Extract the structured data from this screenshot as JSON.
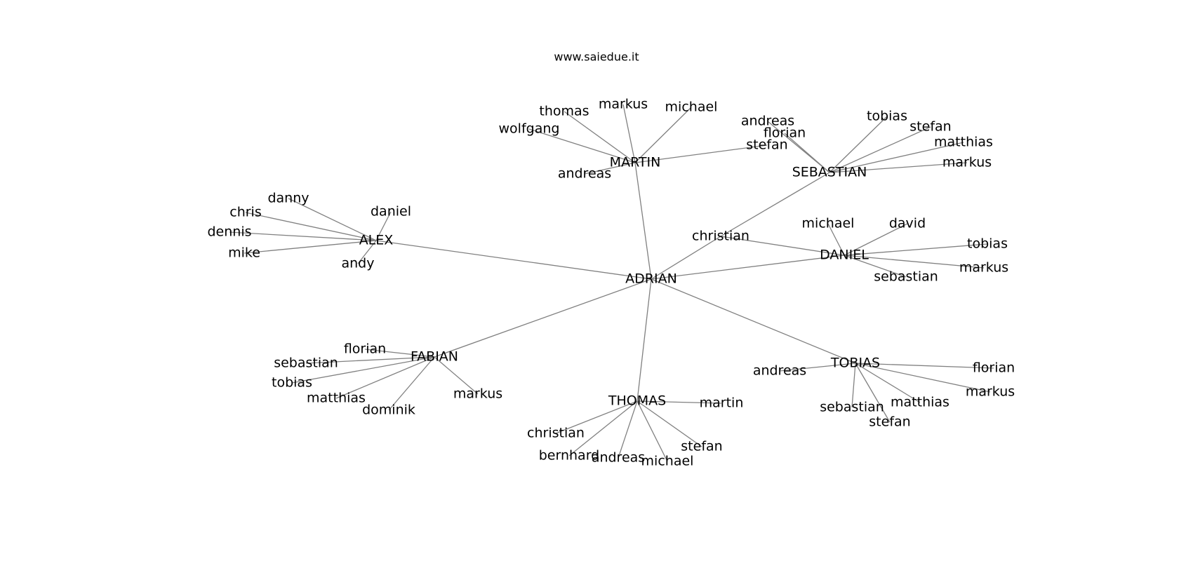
{
  "title": "www.saiedue.it",
  "colors": {
    "edge": "#808080",
    "text": "#000000",
    "background": "#ffffff"
  },
  "nodes": [
    {
      "id": "adrian",
      "label": "ADRIAN"
    },
    {
      "id": "martin",
      "label": "MARTIN"
    },
    {
      "id": "sebastian",
      "label": "SEBASTIAN"
    },
    {
      "id": "alex",
      "label": "ALEX"
    },
    {
      "id": "daniel",
      "label": "DANIEL"
    },
    {
      "id": "fabian",
      "label": "FABIAN"
    },
    {
      "id": "thomas",
      "label": "THOMAS"
    },
    {
      "id": "tobias",
      "label": "TOBIAS"
    },
    {
      "id": "martin_thomas",
      "label": "thomas"
    },
    {
      "id": "martin_markus",
      "label": "markus"
    },
    {
      "id": "martin_michael",
      "label": "michael"
    },
    {
      "id": "martin_wolfgang",
      "label": "wolfgang"
    },
    {
      "id": "martin_andreas",
      "label": "andreas"
    },
    {
      "id": "martin_stefan",
      "label": "stefan"
    },
    {
      "id": "seb_andreas",
      "label": "andreas"
    },
    {
      "id": "seb_florian",
      "label": "florian"
    },
    {
      "id": "seb_tobias",
      "label": "tobias"
    },
    {
      "id": "seb_stefan",
      "label": "stefan"
    },
    {
      "id": "seb_matthias",
      "label": "matthias"
    },
    {
      "id": "seb_markus",
      "label": "markus"
    },
    {
      "id": "alex_danny",
      "label": "danny"
    },
    {
      "id": "alex_chris",
      "label": "chris"
    },
    {
      "id": "alex_daniel",
      "label": "daniel"
    },
    {
      "id": "alex_dennis",
      "label": "dennis"
    },
    {
      "id": "alex_mike",
      "label": "mike"
    },
    {
      "id": "alex_andy",
      "label": "andy"
    },
    {
      "id": "christian",
      "label": "christian"
    },
    {
      "id": "dan_michael",
      "label": "michael"
    },
    {
      "id": "dan_david",
      "label": "david"
    },
    {
      "id": "dan_tobias",
      "label": "tobias"
    },
    {
      "id": "dan_markus",
      "label": "markus"
    },
    {
      "id": "dan_sebastian",
      "label": "sebastian"
    },
    {
      "id": "fab_florian",
      "label": "florian"
    },
    {
      "id": "fab_sebastian",
      "label": "sebastian"
    },
    {
      "id": "fab_tobias",
      "label": "tobias"
    },
    {
      "id": "fab_matthias",
      "label": "matthias"
    },
    {
      "id": "fab_dominik",
      "label": "dominik"
    },
    {
      "id": "fab_markus",
      "label": "markus"
    },
    {
      "id": "tho_martin",
      "label": "martin"
    },
    {
      "id": "tho_christian",
      "label": "christian"
    },
    {
      "id": "tho_bernhard",
      "label": "bernhard"
    },
    {
      "id": "tho_andreas",
      "label": "andreas"
    },
    {
      "id": "tho_michael",
      "label": "michael"
    },
    {
      "id": "tho_stefan",
      "label": "stefan"
    },
    {
      "id": "tob_andreas",
      "label": "andreas"
    },
    {
      "id": "tob_florian",
      "label": "florian"
    },
    {
      "id": "tob_markus",
      "label": "markus"
    },
    {
      "id": "tob_matthias",
      "label": "matthias"
    },
    {
      "id": "tob_sebastian",
      "label": "sebastian"
    },
    {
      "id": "tob_stefan",
      "label": "stefan"
    }
  ],
  "edges": [
    [
      "adrian",
      "martin"
    ],
    [
      "adrian",
      "alex"
    ],
    [
      "adrian",
      "christian"
    ],
    [
      "adrian",
      "daniel"
    ],
    [
      "adrian",
      "fabian"
    ],
    [
      "adrian",
      "thomas"
    ],
    [
      "adrian",
      "tobias"
    ],
    [
      "christian",
      "sebastian"
    ],
    [
      "christian",
      "daniel"
    ],
    [
      "martin",
      "martin_thomas"
    ],
    [
      "martin",
      "martin_markus"
    ],
    [
      "martin",
      "martin_michael"
    ],
    [
      "martin",
      "martin_wolfgang"
    ],
    [
      "martin",
      "martin_andreas"
    ],
    [
      "martin",
      "martin_stefan"
    ],
    [
      "sebastian",
      "seb_andreas"
    ],
    [
      "sebastian",
      "seb_florian"
    ],
    [
      "sebastian",
      "seb_tobias"
    ],
    [
      "sebastian",
      "seb_stefan"
    ],
    [
      "sebastian",
      "seb_matthias"
    ],
    [
      "sebastian",
      "seb_markus"
    ],
    [
      "alex",
      "alex_danny"
    ],
    [
      "alex",
      "alex_chris"
    ],
    [
      "alex",
      "alex_daniel"
    ],
    [
      "alex",
      "alex_dennis"
    ],
    [
      "alex",
      "alex_mike"
    ],
    [
      "alex",
      "alex_andy"
    ],
    [
      "daniel",
      "dan_michael"
    ],
    [
      "daniel",
      "dan_david"
    ],
    [
      "daniel",
      "dan_tobias"
    ],
    [
      "daniel",
      "dan_markus"
    ],
    [
      "daniel",
      "dan_sebastian"
    ],
    [
      "fabian",
      "fab_florian"
    ],
    [
      "fabian",
      "fab_sebastian"
    ],
    [
      "fabian",
      "fab_tobias"
    ],
    [
      "fabian",
      "fab_matthias"
    ],
    [
      "fabian",
      "fab_dominik"
    ],
    [
      "fabian",
      "fab_markus"
    ],
    [
      "thomas",
      "tho_martin"
    ],
    [
      "thomas",
      "tho_christian"
    ],
    [
      "thomas",
      "tho_bernhard"
    ],
    [
      "thomas",
      "tho_andreas"
    ],
    [
      "thomas",
      "tho_michael"
    ],
    [
      "thomas",
      "tho_stefan"
    ],
    [
      "tobias",
      "tob_andreas"
    ],
    [
      "tobias",
      "tob_florian"
    ],
    [
      "tobias",
      "tob_markus"
    ],
    [
      "tobias",
      "tob_matthias"
    ],
    [
      "tobias",
      "tob_sebastian"
    ],
    [
      "tobias",
      "tob_stefan"
    ]
  ]
}
